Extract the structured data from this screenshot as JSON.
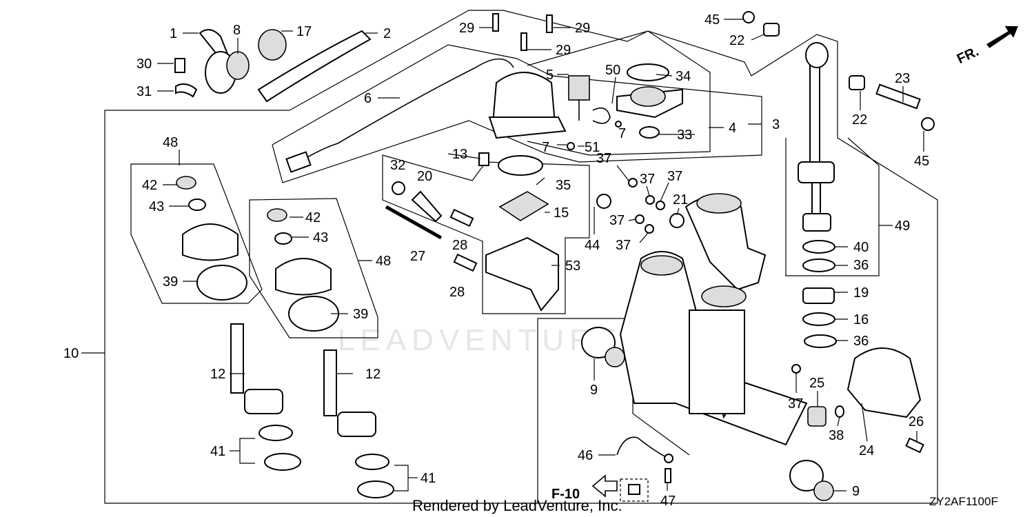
{
  "diagram": {
    "code": "ZY2AF1100F",
    "credit": "Rendered by LeadVenture, Inc.",
    "watermark": "LEADVENTURE",
    "front_marker": "FR.",
    "ref_label": "F-10",
    "callouts": {
      "p1": "1",
      "p2": "2",
      "p3": "3",
      "p4": "4",
      "p5": "5",
      "p6": "6",
      "p7a": "7",
      "p7b": "7",
      "p8": "8",
      "p9a": "9",
      "p9b": "9",
      "p10": "10",
      "p12a": "12",
      "p12b": "12",
      "p13": "13",
      "p15": "15",
      "p16": "16",
      "p17": "17",
      "p19": "19",
      "p20": "20",
      "p21": "21",
      "p22a": "22",
      "p22b": "22",
      "p23": "23",
      "p24": "24",
      "p25": "25",
      "p26": "26",
      "p27": "27",
      "p28a": "28",
      "p28b": "28",
      "p29a": "29",
      "p29b": "29",
      "p29c": "29",
      "p30": "30",
      "p31": "31",
      "p32": "32",
      "p33": "33",
      "p34": "34",
      "p35": "35",
      "p36a": "36",
      "p36b": "36",
      "p37a": "37",
      "p37b": "37",
      "p37c": "37",
      "p37d": "37",
      "p37e": "37",
      "p37f": "37",
      "p38": "38",
      "p39a": "39",
      "p39b": "39",
      "p40": "40",
      "p41a": "41",
      "p41b": "41",
      "p42a": "42",
      "p42b": "42",
      "p43a": "43",
      "p43b": "43",
      "p44": "44",
      "p45a": "45",
      "p45b": "45",
      "p46": "46",
      "p47": "47",
      "p48a": "48",
      "p48b": "48",
      "p49": "49",
      "p50": "50",
      "p51": "51",
      "p53": "53"
    }
  }
}
